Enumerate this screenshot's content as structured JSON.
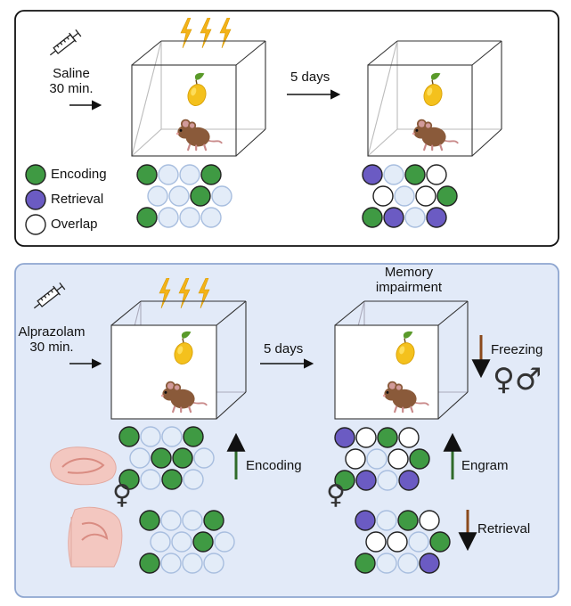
{
  "panel_top": {
    "treatment": [
      "Saline",
      "30 min."
    ],
    "interval": "5 days",
    "legend": [
      {
        "label": "Encoding",
        "kind": "encoding"
      },
      {
        "label": "Retrieval",
        "kind": "retrieval"
      },
      {
        "label": "Overlap",
        "kind": "overlap"
      }
    ],
    "day1_cells": [
      "E",
      "L",
      "L",
      "E",
      "L",
      "L",
      "E",
      "L",
      "E",
      "L",
      "L",
      "L"
    ],
    "day5_cells": [
      "R",
      "L",
      "E",
      "O",
      "O",
      "L",
      "O",
      "E",
      "E",
      "R",
      "L",
      "R"
    ]
  },
  "panel_bottom": {
    "treatment": [
      "Alprazolam",
      "30 min."
    ],
    "interval": "5 days",
    "outcome": [
      "Memory",
      "impairment"
    ],
    "freezing_label": "Freezing",
    "freezing_direction": "down",
    "encoding_label": "Encoding",
    "encoding_direction": "up",
    "engram_label": "Engram",
    "engram_direction": "up",
    "retrieval_label": "Retrieval",
    "retrieval_direction": "down",
    "sex_symbols_freezing": "♀♂",
    "sex_symbol_left": "♀",
    "sex_symbol_right": "♀",
    "day1_upper_cells": [
      "E",
      "L",
      "L",
      "E",
      "L",
      "E",
      "E",
      "L",
      "E",
      "L",
      "E",
      "L"
    ],
    "day1_lower_cells": [
      "E",
      "L",
      "L",
      "E",
      "L",
      "L",
      "E",
      "L",
      "E",
      "L",
      "L",
      "L"
    ],
    "day5_upper_cells": [
      "R",
      "O",
      "E",
      "O",
      "O",
      "L",
      "O",
      "E",
      "E",
      "R",
      "L",
      "R"
    ],
    "day5_lower_cells": [
      "R",
      "L",
      "E",
      "O",
      "O",
      "O",
      "L",
      "E",
      "E",
      "L",
      "L",
      "R"
    ]
  },
  "colors": {
    "encoding": "#3f9a43",
    "retrieval": "#6b5bc3",
    "overlap": "#ffffff",
    "empty_fill": "#e3ecf8",
    "empty_stroke": "#a8bedf",
    "bottom_panel_bg": "#e2eaf8",
    "bottom_panel_border": "#8ea6d0",
    "arrow_up": "#2f6b2a",
    "arrow_down": "#8b4a1c",
    "bolt": "#f3b319"
  },
  "icons": [
    "syringe-icon",
    "lightning-bolt-icon",
    "lemon-icon",
    "mouse-icon",
    "hippocampus-slice-icon",
    "coronal-brain-slice-icon"
  ]
}
